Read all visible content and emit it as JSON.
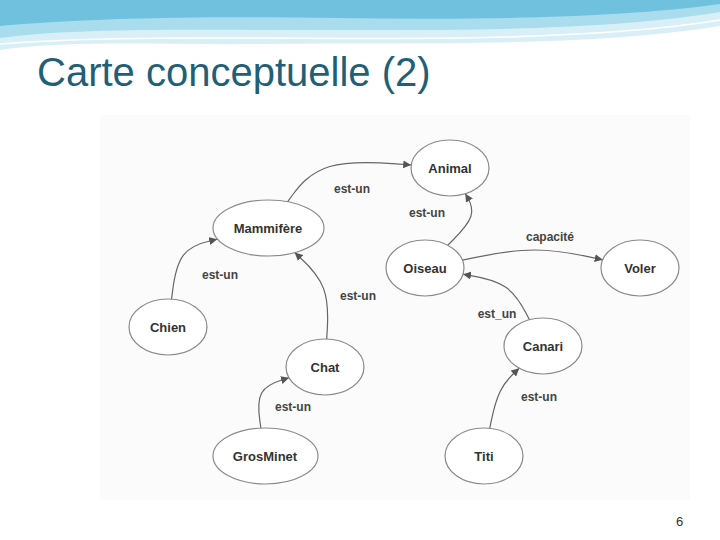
{
  "diagram": {
    "title": "Carte conceptuelle (2)",
    "nodes": [
      {
        "text": [
          "Animal"
        ]
      },
      {
        "text": [
          "Mammifère"
        ]
      },
      {
        "text": [
          "Oiseau"
        ]
      },
      {
        "text": [
          "Voler"
        ]
      },
      {
        "text": [
          "Chien"
        ]
      },
      {
        "text": [
          "Canari"
        ]
      },
      {
        "text": [
          "Chat"
        ]
      },
      {
        "text": [
          "GrosMinet"
        ]
      },
      {
        "text": [
          "Titi"
        ]
      }
    ],
    "edges": [
      {
        "from": 1,
        "to": 0,
        "label": "est-un",
        "arrow": "to"
      },
      {
        "from": 2,
        "to": 0,
        "label": "est-un",
        "arrow": "to"
      },
      {
        "from": 4,
        "to": 1,
        "label": "est-un",
        "arrow": "to"
      },
      {
        "from": 6,
        "to": 1,
        "label": "est-un",
        "arrow": "to"
      },
      {
        "from": 7,
        "to": 6,
        "label": "est-un",
        "arrow": "to"
      },
      {
        "from": 2,
        "to": 3,
        "label": "capacité",
        "arrow": "to"
      },
      {
        "from": 5,
        "to": 2,
        "label": "est_un",
        "arrow": "to"
      },
      {
        "from": 8,
        "to": 5,
        "label": "est-un",
        "arrow": "to"
      }
    ],
    "labels": [
      "6"
    ]
  }
}
